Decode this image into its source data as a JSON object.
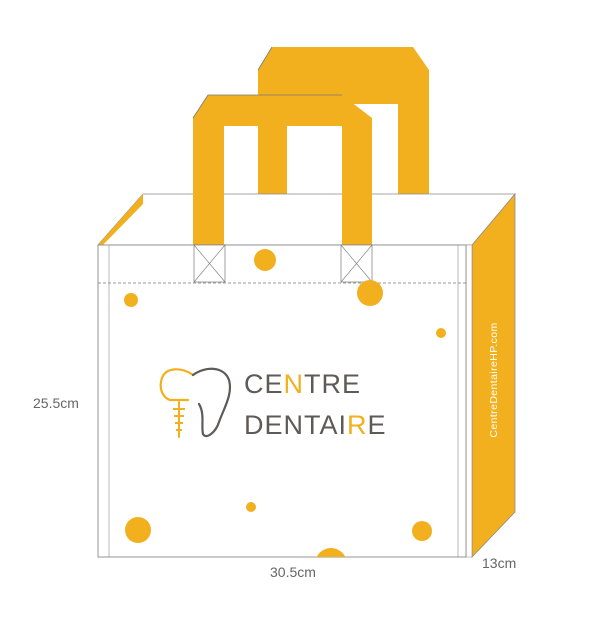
{
  "product": {
    "brand_line1_parts": [
      "CE",
      "N",
      "TRE"
    ],
    "brand_line2_parts": [
      "DENTAI",
      "R",
      "E"
    ],
    "side_url": "CentreDentaireHP.com"
  },
  "dimensions": {
    "height": "25.5cm",
    "width": "30.5cm",
    "depth": "13cm"
  },
  "colors": {
    "accent": "#F2B01E",
    "text_dark": "#5E5A57",
    "outline": "#8A8A8A",
    "bag_body": "#FFFFFF"
  },
  "icons": {
    "logo": "tooth-implant-icon"
  }
}
